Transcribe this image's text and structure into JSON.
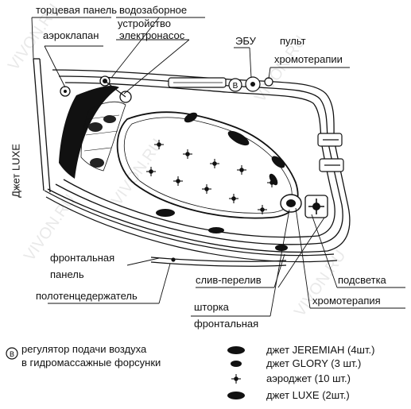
{
  "labels": {
    "end_panel": "торцевая панель",
    "water_intake": "водозаборное",
    "air_valve": "аэроклапан",
    "device_line1": "устройство",
    "device_line2": "электронасос",
    "ebu": "ЭБУ",
    "remote_line1": "пульт",
    "remote_line2": "хромотерапии",
    "jet_luxe_side": "Джет LUXE",
    "front_panel_line1": "фронтальная",
    "front_panel_line2": "панель",
    "towel_holder": "полотенцедержатель",
    "drain_overflow": "слив-перелив",
    "lighting": "подсветка",
    "chromotherapy": "хромотерапия",
    "curtain_line1": "шторка",
    "curtain_line2": "фронтальная"
  },
  "legend": {
    "regulator_symbol": "B",
    "regulator_line1": "регулятор подачи воздуха",
    "regulator_line2": "в гидромассажные форсунки",
    "jeremiah": "джет JEREMIAH (4шт.)",
    "glory": "джет GLORY (3 шт.)",
    "aerojet": "аэроджет (10 шт.)",
    "luxe": "джет LUXE (2шт.)"
  },
  "ebu_symbol": "B",
  "watermark": "VIVON.RU"
}
